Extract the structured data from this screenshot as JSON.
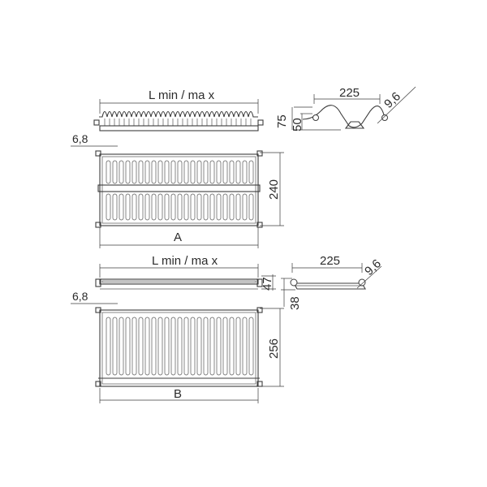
{
  "upper_rack": {
    "length_label": "L min / ma  x",
    "end_offset_label": "6,8",
    "depth_label": "240",
    "width_label": "A",
    "profile": {
      "width_label": "225",
      "rod_label": "9,6",
      "height_outer_label": "75",
      "height_inner_label": "50"
    }
  },
  "lower_rack": {
    "length_label": "L min / ma    x",
    "end_offset_label": "6,8",
    "height_label": "47",
    "depth_label": "256",
    "width_label": "B",
    "profile": {
      "width_label": "225",
      "rod_label": "9,6",
      "height_label": "38"
    }
  },
  "colors": {
    "line": "#3c3c3c",
    "background": "#ffffff"
  }
}
